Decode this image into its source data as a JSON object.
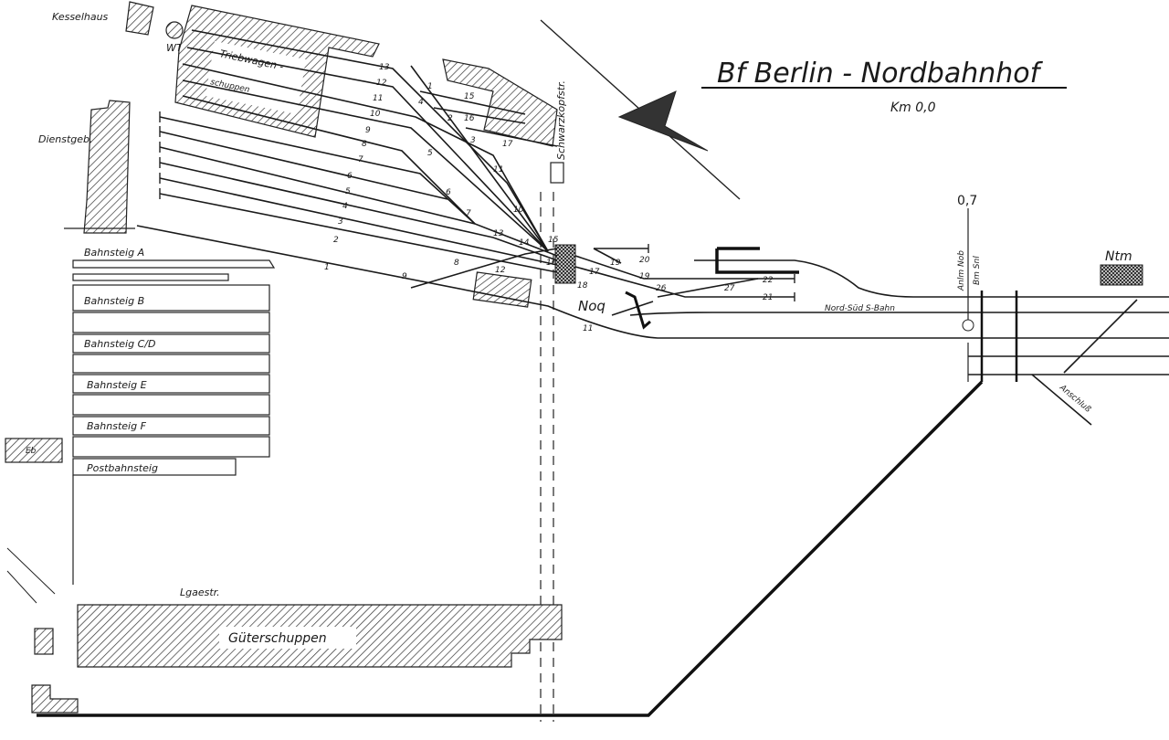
{
  "title": "Bf  Berlin - Nordbahnhof",
  "km": "Km  0,0",
  "buildings": {
    "kesselhaus": "Kesselhaus",
    "wt": "WT",
    "triebwagen_1": "Triebwagen -",
    "triebwagen_2": "schuppen",
    "dienstgeb": "Dienstgeb.",
    "schwarzkopfstr": "Schwarzkopfstr.",
    "gueterschuppen": "Güterschuppen",
    "lgaestr": "Lgaestr.",
    "eb": "Eb"
  },
  "platforms": [
    "Bahnsteig A",
    "Bahnsteig B",
    "Bahnsteig C/D",
    "Bahnsteig E",
    "Bahnsteig F",
    "Postbahnsteig"
  ],
  "signals": {
    "noq": "Noq",
    "ntm": "Ntm",
    "km07": "0,7",
    "anlm_nob": "Anlm Nob",
    "bm_snl": "Bm Snl",
    "s_bahn": "Nord-Süd  S-Bahn",
    "anschluss": "Anschluß"
  },
  "track_numbers": [
    "1",
    "2",
    "3",
    "4",
    "5",
    "6",
    "7",
    "8",
    "9",
    "10",
    "11",
    "12",
    "13",
    "11",
    "22",
    "21",
    "20",
    "19"
  ],
  "switch_numbers": [
    "1",
    "2",
    "3",
    "4",
    "5",
    "6",
    "7",
    "8",
    "9",
    "10",
    "11",
    "12",
    "13",
    "14",
    "15",
    "16",
    "17",
    "18",
    "19",
    "26",
    "27",
    "15",
    "16",
    "17",
    "11"
  ],
  "colors": {
    "ink": "#1a1a1a",
    "paper": "#ffffff"
  }
}
